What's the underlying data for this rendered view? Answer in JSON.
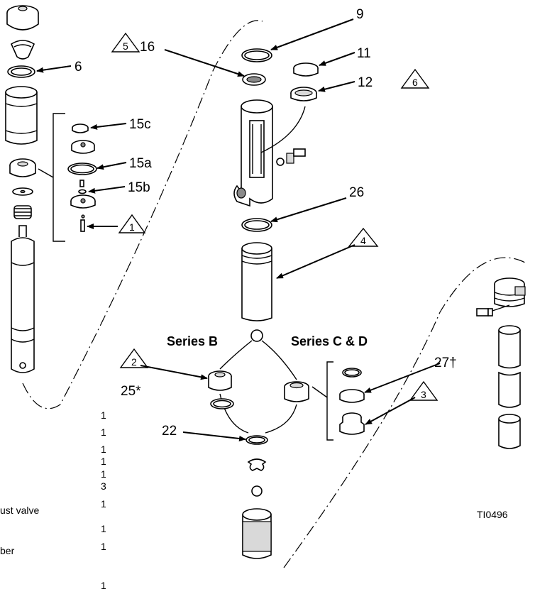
{
  "callouts": {
    "c6": "6",
    "c9": "9",
    "c11": "11",
    "c12": "12",
    "c15a": "15a",
    "c15b": "15b",
    "c15c": "15c",
    "c16": "16",
    "c22": "22",
    "c25": "25*",
    "c26": "26",
    "c27": "27†"
  },
  "warnings": {
    "w1": "1",
    "w2": "2",
    "w3": "3",
    "w4": "4",
    "w5": "5",
    "w6": "6"
  },
  "series": {
    "b": "Series B",
    "cd": "Series C & D"
  },
  "figure_id": "TI0496",
  "parts_list_fragment": {
    "qtys": [
      "1",
      "1",
      "1",
      "1",
      "1",
      "3",
      "1",
      "1",
      "1",
      "1"
    ],
    "desc_fragments": [
      "ust valve",
      "ber"
    ]
  }
}
